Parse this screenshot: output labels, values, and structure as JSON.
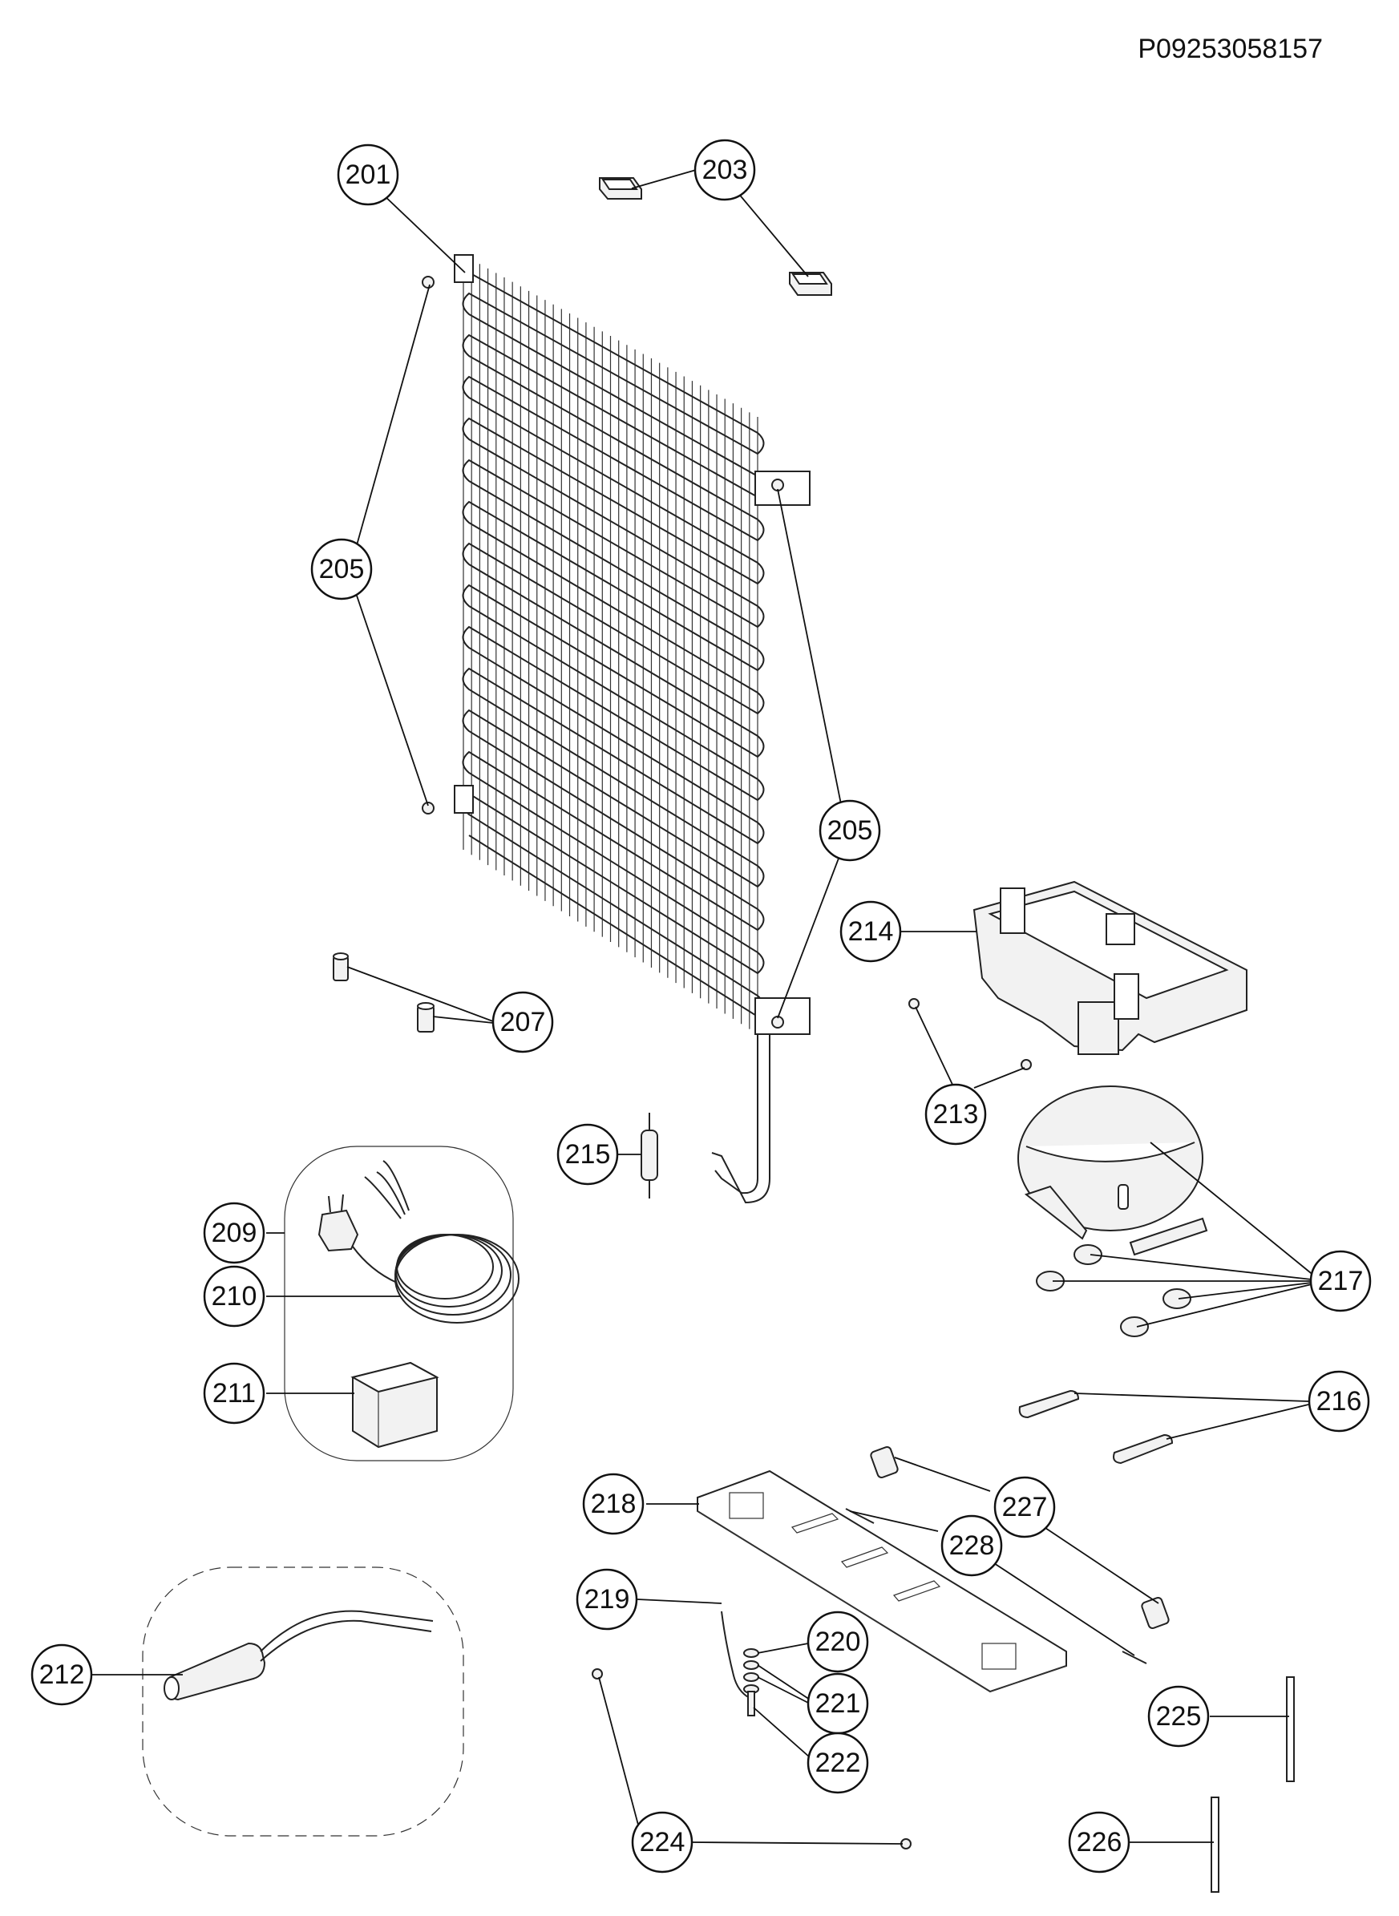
{
  "document": {
    "code": "P09253058157"
  },
  "callouts": {
    "c201": "201",
    "c203": "203",
    "c205a": "205",
    "c205b": "205",
    "c207": "207",
    "c209": "209",
    "c210": "210",
    "c211": "211",
    "c212": "212",
    "c213": "213",
    "c214": "214",
    "c215": "215",
    "c216": "216",
    "c217": "217",
    "c218": "218",
    "c219": "219",
    "c220": "220",
    "c221": "221",
    "c222": "222",
    "c224": "224",
    "c225": "225",
    "c226": "226",
    "c227": "227",
    "c228": "228"
  }
}
